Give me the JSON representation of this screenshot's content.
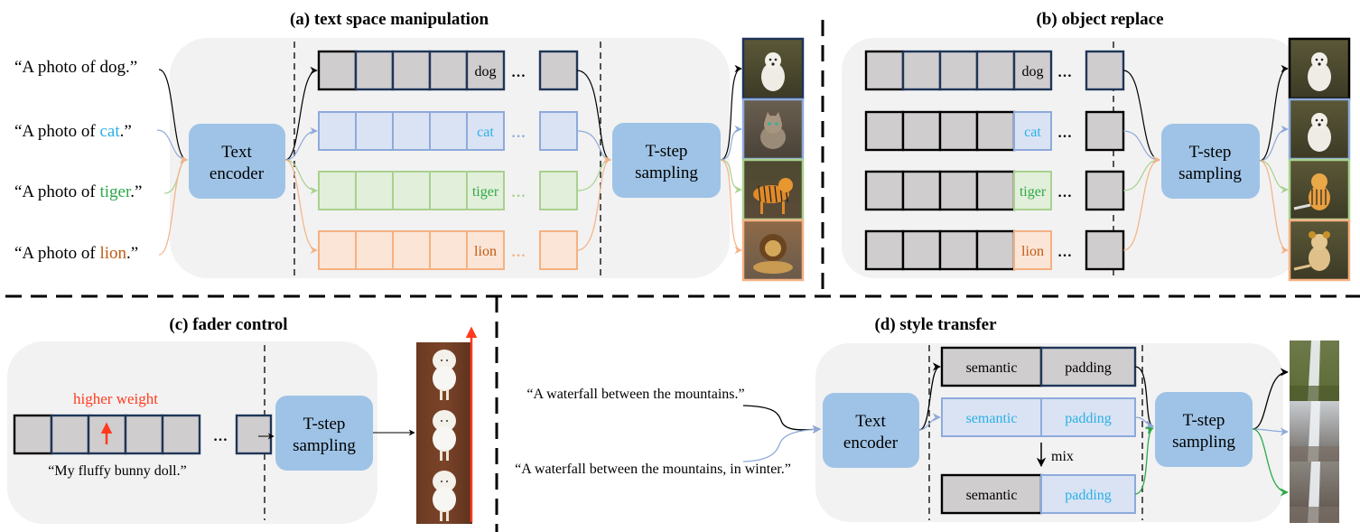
{
  "colors": {
    "panel_bg": "#f2f2f2",
    "module_fill": "#9ec3e6",
    "gray_cell": "#cfcdce",
    "navy_border": "#1f3558",
    "black": "#000000",
    "blue_border": "#8eaadb",
    "blue_fill": "#dae3f3",
    "blue_text": "#2ab0e8",
    "green_border": "#a9d18e",
    "green_fill": "#e2efda",
    "green_text": "#2ea84a",
    "orange_border": "#f4b183",
    "orange_fill": "#fbe5d6",
    "orange_text": "#c05a14",
    "red": "#ff3b1f",
    "green_arrow": "#2ea84a"
  },
  "panel_a": {
    "title": "(a) text space manipulation",
    "prompts": [
      {
        "prefix": "“A photo of ",
        "word": "dog",
        "suffix": ".”",
        "color": "black"
      },
      {
        "prefix": "“A photo of ",
        "word": "cat",
        "suffix": ".”",
        "color": "blue"
      },
      {
        "prefix": "“A photo of ",
        "word": "tiger",
        "suffix": ".”",
        "color": "green"
      },
      {
        "prefix": "“A photo of ",
        "word": "lion",
        "suffix": ".”",
        "color": "orange"
      }
    ],
    "encoder_label": [
      "Text",
      "encoder"
    ],
    "sampler_label": [
      "T-step",
      "sampling"
    ],
    "token_words": [
      "dog",
      "cat",
      "tiger",
      "lion"
    ],
    "ellipsis": "…",
    "images": [
      "dog image",
      "cat image",
      "tiger image",
      "lion image"
    ]
  },
  "panel_b": {
    "title": "(b) object replace",
    "token_words": [
      "dog",
      "cat",
      "tiger",
      "lion"
    ],
    "sampler_label": [
      "T-step",
      "sampling"
    ],
    "ellipsis": "…",
    "images": [
      "dog image",
      "cat image",
      "tiger image",
      "lion image"
    ]
  },
  "panel_c": {
    "title": "(c) fader control",
    "weight_label": "higher weight",
    "prompt": "“My fluffy bunny doll.”",
    "sampler_label": [
      "T-step",
      "sampling"
    ],
    "ellipsis": "…",
    "images": [
      "bunny doll low weight",
      "bunny doll mid weight",
      "bunny doll high weight"
    ]
  },
  "panel_d": {
    "title": "(d) style transfer",
    "prompts": [
      "“A waterfall between the mountains.”",
      "“A waterfall between the mountains, in winter.”"
    ],
    "encoder_label": [
      "Text",
      "encoder"
    ],
    "sampler_label": [
      "T-step",
      "sampling"
    ],
    "rows": [
      {
        "semantic": "semantic",
        "padding": "padding"
      },
      {
        "semantic": "semantic",
        "padding": "padding"
      },
      {
        "semantic": "semantic",
        "padding": "padding"
      }
    ],
    "mix_label": "mix",
    "images": [
      "waterfall summer",
      "waterfall winter",
      "waterfall mixed"
    ]
  }
}
